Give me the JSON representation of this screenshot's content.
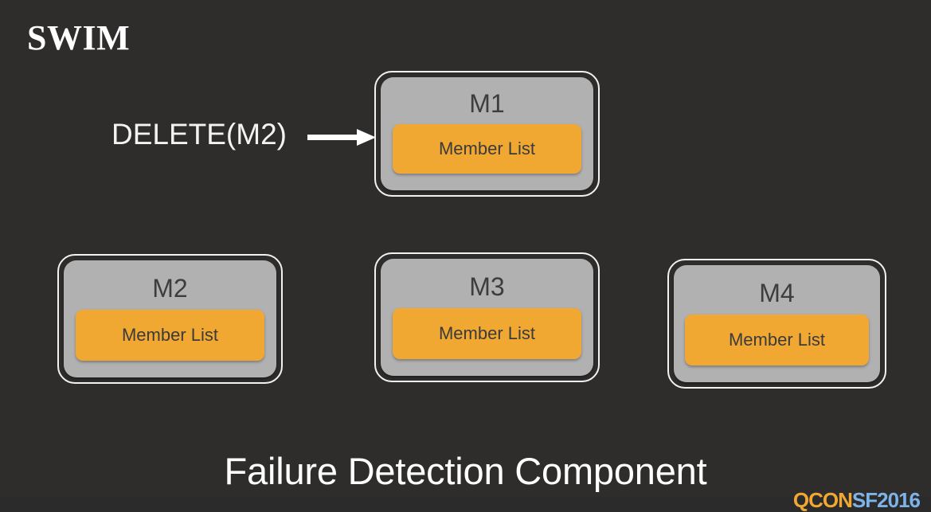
{
  "slide": {
    "title": "SWIM",
    "caption": "Failure Detection Component",
    "background_color": "#2e2d2c"
  },
  "annotation": {
    "message_label": "DELETE(M2)",
    "arrow": "right-arrow",
    "arrow_color": "#ffffff"
  },
  "colors": {
    "background": "#2e2d2c",
    "node_fill": "#b1b1b1",
    "node_border": "#f2f2f2",
    "member_list_fill": "#f0a832",
    "node_text": "#3d3d3d",
    "title_text": "#ffffff"
  },
  "nodes": [
    {
      "id": "m1",
      "label": "M1",
      "member_list_label": "Member List"
    },
    {
      "id": "m2",
      "label": "M2",
      "member_list_label": "Member List"
    },
    {
      "id": "m3",
      "label": "M3",
      "member_list_label": "Member List"
    },
    {
      "id": "m4",
      "label": "M4",
      "member_list_label": "Member List"
    }
  ],
  "conference_logo": {
    "part_a": "QCON",
    "part_b": "SF2016"
  }
}
